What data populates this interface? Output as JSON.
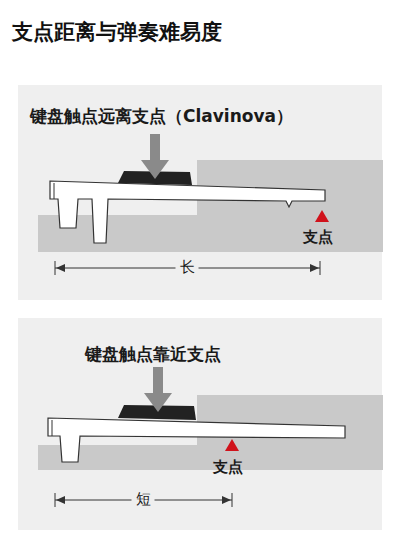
{
  "diagram": {
    "title": "支点距离与弹奏难易度",
    "nodes": [
      {
        "text": [
          "键盘触点远离支点（Clavinova）"
        ]
      },
      {
        "text": [
          "键盘触点靠近支点"
        ]
      }
    ],
    "labels": [
      "支点",
      "长",
      "支点",
      "短"
    ]
  }
}
